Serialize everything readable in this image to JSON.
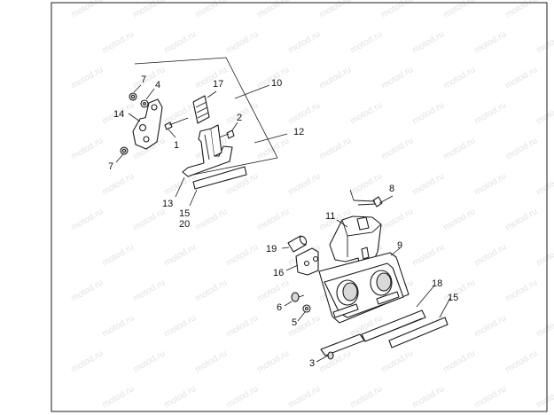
{
  "watermark": {
    "text": "motod.ru"
  },
  "colors": {
    "line": "#1a1a1a",
    "fill": "#ffffff",
    "shade": "#d9d9d9",
    "watermark": "#e2e2e2"
  },
  "callouts": {
    "c7a": "7",
    "c4": "4",
    "c17": "17",
    "c10": "10",
    "c14": "14",
    "c2": "2",
    "c12": "12",
    "c1": "1",
    "c7b": "7",
    "c13": "13",
    "c15a": "15",
    "c20": "20",
    "c8": "8",
    "c11": "11",
    "c19": "19",
    "c9": "9",
    "c16": "16",
    "c18": "18",
    "c15b": "15",
    "c6": "6",
    "c5": "5",
    "c3": "3"
  }
}
